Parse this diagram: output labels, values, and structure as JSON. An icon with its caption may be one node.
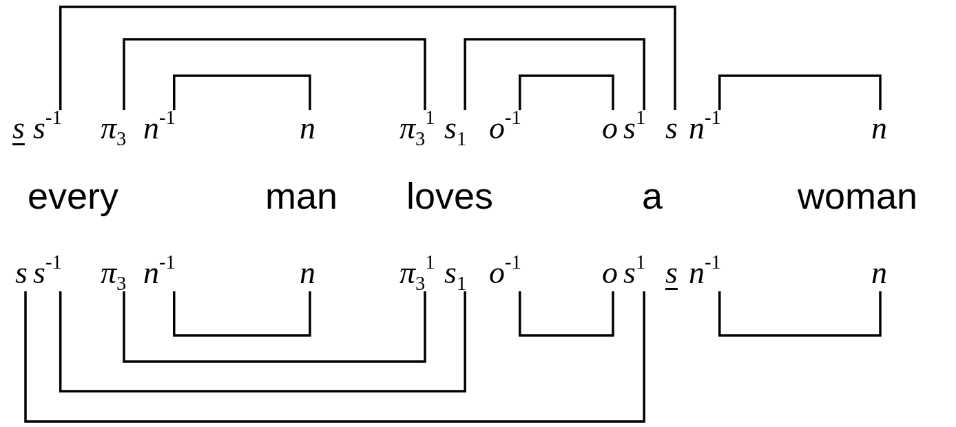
{
  "diagram": {
    "nodes": [
      {
        "text": [
          "s"
        ]
      },
      {
        "text": [
          "s$^{-1}$"
        ]
      },
      {
        "text": [
          "π$_{3}$"
        ]
      },
      {
        "text": [
          "n$^{-1}$"
        ]
      },
      {
        "text": [
          "n"
        ]
      },
      {
        "text": [
          "π$_{3}$$^{1}$"
        ]
      },
      {
        "text": [
          "s$_{1}$"
        ]
      },
      {
        "text": [
          "o$^{-1}$"
        ]
      },
      {
        "text": [
          "o"
        ]
      },
      {
        "text": [
          "s$^{1}$"
        ]
      },
      {
        "text": [
          "s"
        ]
      },
      {
        "text": [
          "n$^{-1}$"
        ]
      },
      {
        "text": [
          "n"
        ]
      },
      {
        "text": [
          "s"
        ]
      },
      {
        "text": [
          "s$^{-1}$"
        ]
      },
      {
        "text": [
          "π$_{3}$"
        ]
      },
      {
        "text": [
          "n$^{-1}$"
        ]
      },
      {
        "text": [
          "n"
        ]
      },
      {
        "text": [
          "π$_{3}$$^{1}$"
        ]
      },
      {
        "text": [
          "s$_{1}$"
        ]
      },
      {
        "text": [
          "o$^{-1}$"
        ]
      },
      {
        "text": [
          "o"
        ]
      },
      {
        "text": [
          "s$^{1}$"
        ]
      },
      {
        "text": [
          "s"
        ]
      },
      {
        "text": [
          "n$^{-1}$"
        ]
      },
      {
        "text": [
          "n"
        ]
      }
    ],
    "edges": [
      {
        "from": 1,
        "to": 10,
        "arrow": "none"
      },
      {
        "from": 2,
        "to": 5,
        "arrow": "none"
      },
      {
        "from": 3,
        "to": 4,
        "arrow": "none"
      },
      {
        "from": 6,
        "to": 9,
        "arrow": "none"
      },
      {
        "from": 7,
        "to": 8,
        "arrow": "none"
      },
      {
        "from": 11,
        "to": 12,
        "arrow": "none"
      },
      {
        "from": 13,
        "to": 22,
        "arrow": "none"
      },
      {
        "from": 14,
        "to": 19,
        "arrow": "none"
      },
      {
        "from": 15,
        "to": 18,
        "arrow": "none"
      },
      {
        "from": 16,
        "to": 17,
        "arrow": "none"
      },
      {
        "from": 20,
        "to": 21,
        "arrow": "none"
      },
      {
        "from": 24,
        "to": 25,
        "arrow": "none"
      }
    ],
    "labels": [
      "every",
      "man",
      "loves",
      "a",
      "woman"
    ]
  }
}
